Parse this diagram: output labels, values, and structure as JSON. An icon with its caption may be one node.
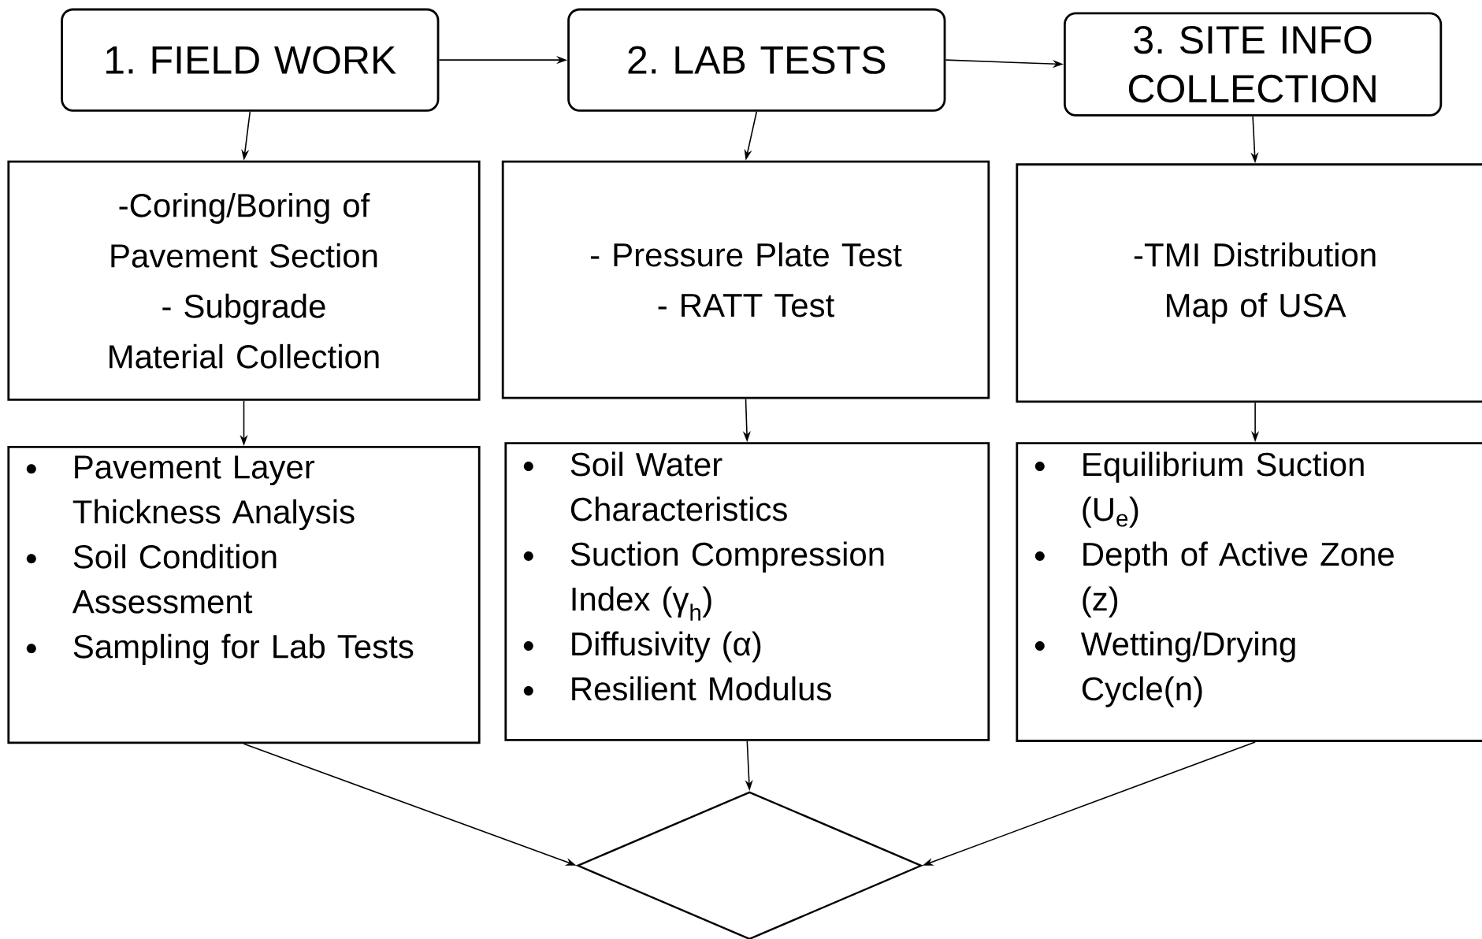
{
  "diagram": {
    "nodes": [
      {
        "text": [
          "1. FIELD WORK"
        ]
      },
      {
        "text": [
          "2. LAB TESTS"
        ]
      },
      {
        "text": [
          "3. SITE INFO COLLECTION"
        ]
      },
      {
        "text": [
          "-Coring/Boring of Pavement Section",
          "- Subgrade Material Collection"
        ]
      },
      {
        "text": [
          "- Pressure Plate Test",
          "- RATT Test"
        ]
      },
      {
        "text": [
          "-TMI Distribution Map of USA"
        ]
      },
      {
        "text": [
          "Pavement Layer Thickness Analysis",
          "Soil Condition Assessment",
          "Sampling for Lab Tests"
        ]
      },
      {
        "text": [
          "Soil Water Characteristics",
          "Suction Compression Index (γ$_{h}$)",
          "Diffusivity (α)",
          "Resilient Modulus"
        ]
      },
      {
        "text": [
          "Equilibrium Suction (U$_{e}$)",
          "Depth of Active Zone (z)",
          "Wetting/Drying Cycle(n)"
        ]
      },
      {
        "text": [],
        "shape": "diamond"
      }
    ],
    "edges": [
      {
        "from": 0,
        "to": 1,
        "arrow": "to"
      },
      {
        "from": 1,
        "to": 2,
        "arrow": "to"
      },
      {
        "from": 0,
        "to": 3,
        "arrow": "to"
      },
      {
        "from": 1,
        "to": 4,
        "arrow": "to"
      },
      {
        "from": 2,
        "to": 5,
        "arrow": "to"
      },
      {
        "from": 3,
        "to": 6,
        "arrow": "to"
      },
      {
        "from": 4,
        "to": 7,
        "arrow": "to"
      },
      {
        "from": 5,
        "to": 8,
        "arrow": "to"
      },
      {
        "from": 6,
        "to": 9,
        "arrow": "to"
      },
      {
        "from": 7,
        "to": 9,
        "arrow": "to"
      },
      {
        "from": 8,
        "to": 9,
        "arrow": "to"
      }
    ]
  }
}
